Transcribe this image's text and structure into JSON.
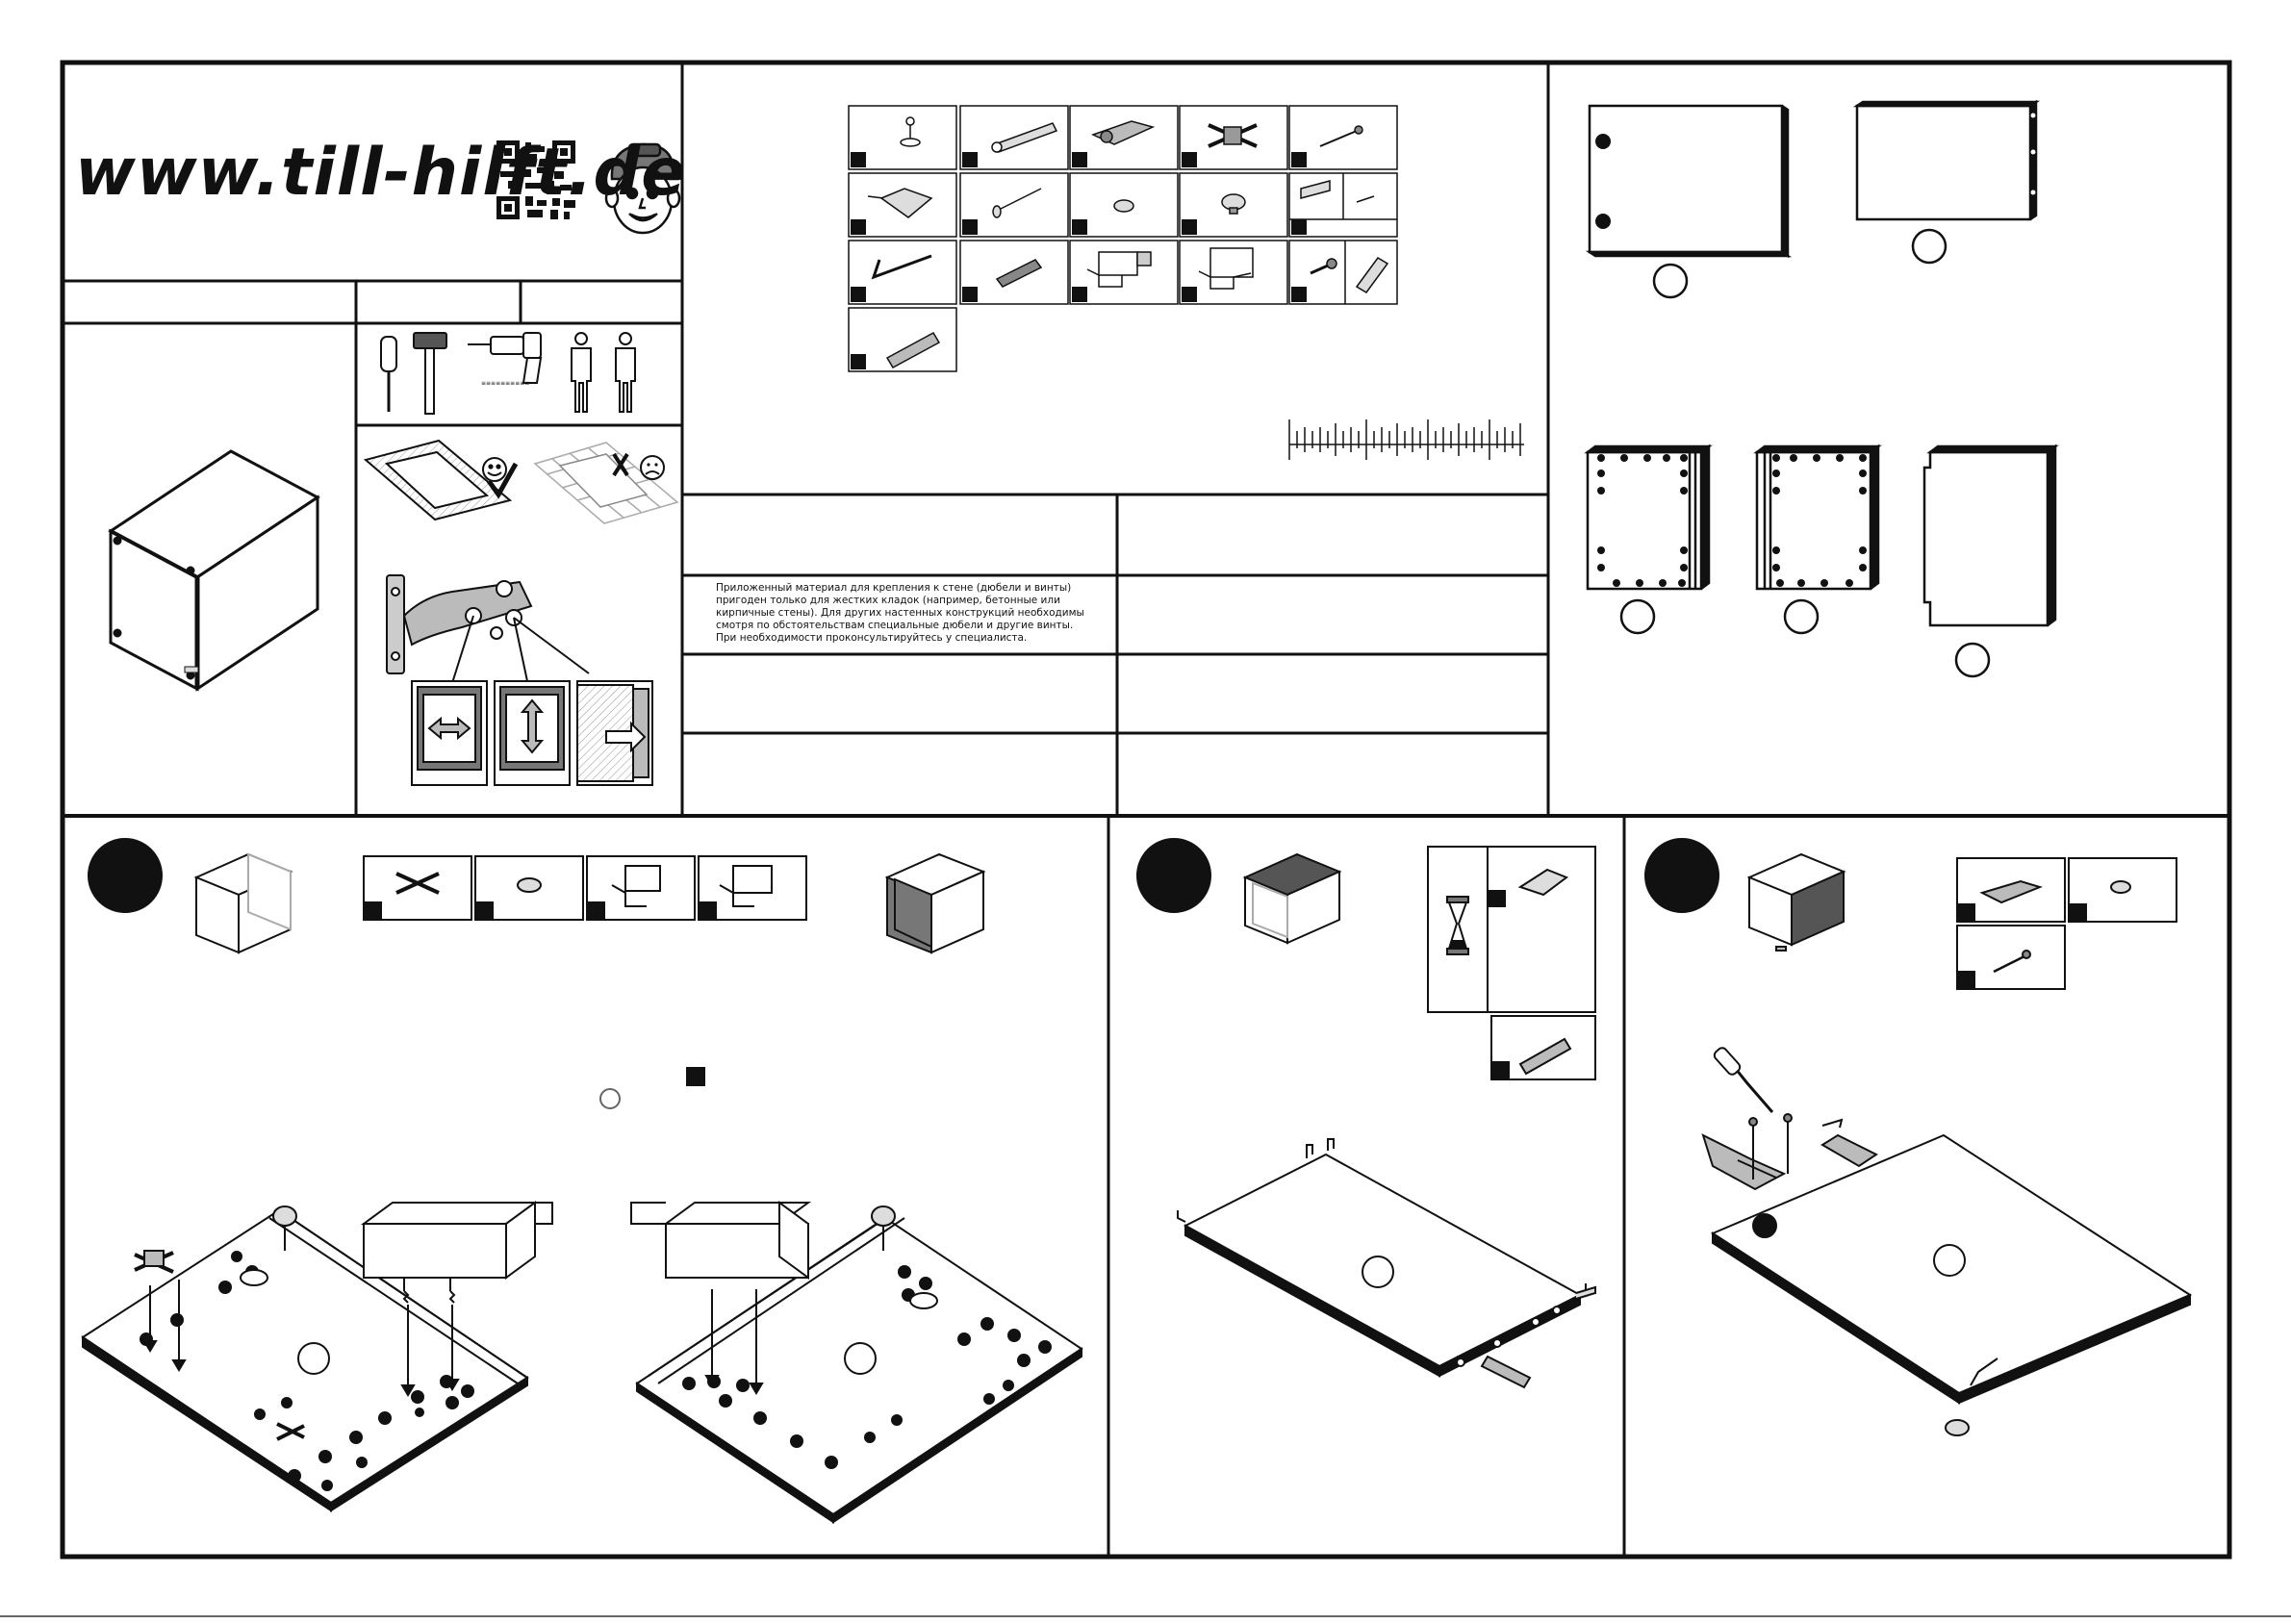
{
  "header": {
    "website": "www.till-hilft.de"
  },
  "notice": {
    "lines": [
      "Приложенный материал для крепления к стене (дюбели и винты)",
      "пригоден только для жестких кладок (например, бетонные или",
      "кирпичные стены). Для других настенных конструкций необходимы",
      "смотря по обстоятельствам специальные дюбели и другие винты.",
      "При необходимости проконсультируйтесь у специалиста."
    ]
  },
  "icons": {
    "qr": "qr-code-icon",
    "mascot": "mascot-boy-icon",
    "tools": [
      "screwdriver-icon",
      "hammer-icon",
      "drill-icon",
      "two-persons-icon"
    ],
    "hinge_adjust": [
      "horizontal-adjust-icon",
      "vertical-adjust-icon",
      "depth-adjust-icon"
    ],
    "hourglass": "hourglass-icon"
  },
  "colors": {
    "ink": "#111111",
    "grey": "#666666",
    "lightgrey": "#bbbbbb",
    "paper": "#ffffff"
  }
}
